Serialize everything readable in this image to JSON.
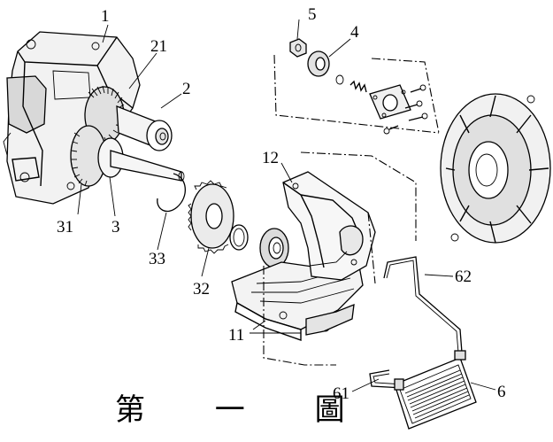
{
  "figure": {
    "caption": "第 一 圖",
    "labels": {
      "l1": "1",
      "l21": "21",
      "l2": "2",
      "l5": "5",
      "l4": "4",
      "l12": "12",
      "l31": "31",
      "l3": "3",
      "l33": "33",
      "l32": "32",
      "l62": "62",
      "l11": "11",
      "l61": "61",
      "l6": "6"
    }
  }
}
